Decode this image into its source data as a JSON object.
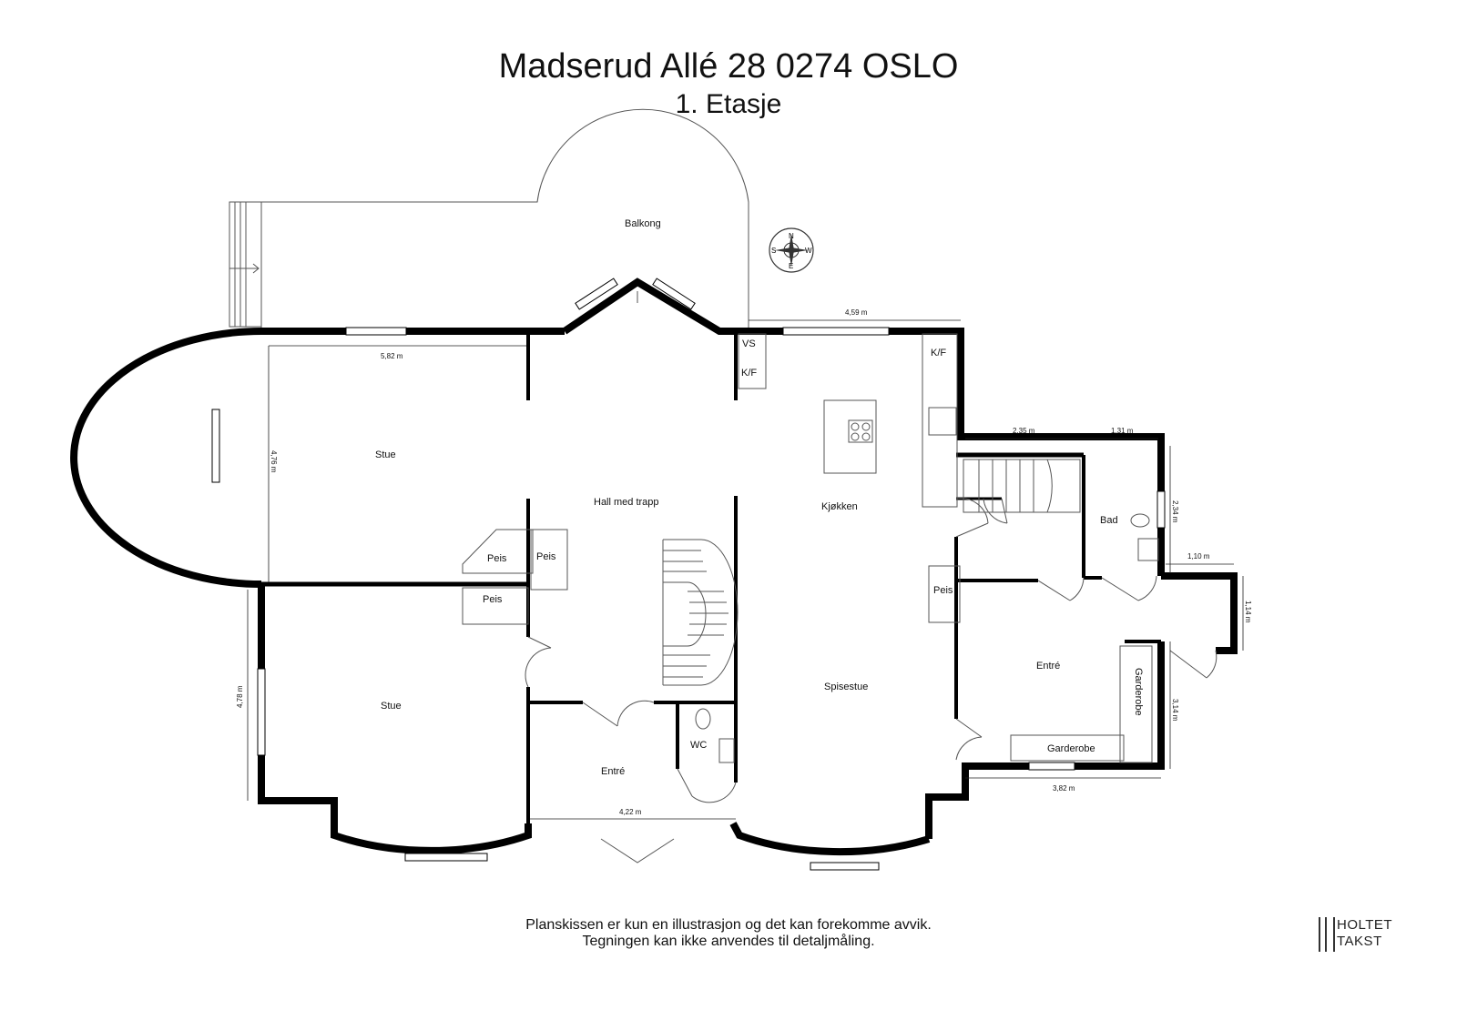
{
  "header": {
    "address": "Madserud Allé 28 0274 OSLO",
    "floor": "1. Etasje"
  },
  "rooms": {
    "balkong": "Balkong",
    "stue_top": "Stue",
    "stue_bottom": "Stue",
    "hall": "Hall med trapp",
    "peis1": "Peis",
    "peis2": "Peis",
    "peis3": "Peis",
    "peis4": "Peis",
    "vs": "VS",
    "kf1": "K/F",
    "kf2": "K/F",
    "kjokken": "Kjøkken",
    "spisestue": "Spisestue",
    "entre_left": "Entré",
    "wc": "WC",
    "bad": "Bad",
    "entre_right": "Entré",
    "garderobe_v": "Garderobe",
    "garderobe_h": "Garderobe"
  },
  "dimensions": {
    "d1": "4,59 m",
    "d2": "5,82 m",
    "d3": "4,76 m",
    "d4": "4,78 m",
    "d5": "2,35 m",
    "d6": "1,31 m",
    "d7": "2,34 m",
    "d8": "1,10 m",
    "d9": "1,14 m",
    "d10": "3,14 m",
    "d11": "3,82 m",
    "d12": "4,22 m"
  },
  "compass": {
    "n": "N",
    "s": "S",
    "e": "E",
    "w": "W"
  },
  "footer": {
    "line1": "Planskissen er kun en illustrasjon og det kan forekomme avvik.",
    "line2": "Tegningen kan ikke anvendes til detaljmåling."
  },
  "logo": {
    "line1": "HOLTET",
    "line2": "TAKST"
  }
}
